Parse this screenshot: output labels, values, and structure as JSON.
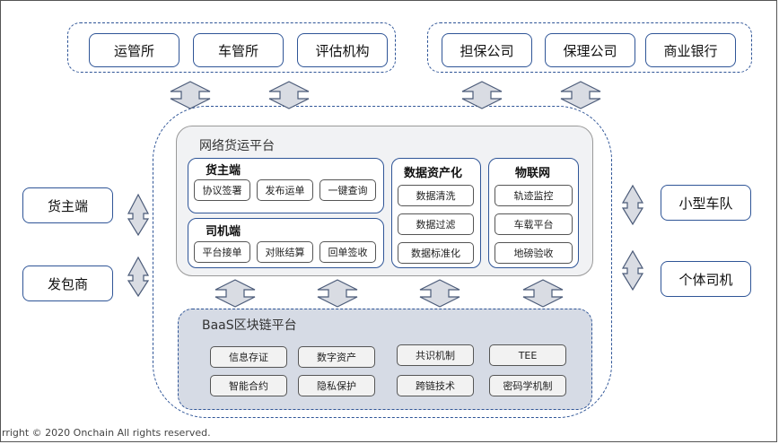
{
  "top_left_group": [
    "运管所",
    "车管所",
    "评估机构"
  ],
  "top_right_group": [
    "担保公司",
    "保理公司",
    "商业银行"
  ],
  "left_side": [
    "货主端",
    "发包商"
  ],
  "right_side": [
    "小型车队",
    "个体司机"
  ],
  "platform": {
    "title": "网络货运平台",
    "shipper": {
      "title": "货主端",
      "items": [
        "协议签署",
        "发布运单",
        "一键查询"
      ]
    },
    "driver": {
      "title": "司机端",
      "items": [
        "平台接单",
        "对账结算",
        "回单签收"
      ]
    },
    "data_assets": {
      "title": "数据资产化",
      "items": [
        "数据清洗",
        "数据过滤",
        "数据标准化"
      ]
    },
    "iot": {
      "title": "物联网",
      "items": [
        "轨迹监控",
        "车载平台",
        "地磅验收"
      ]
    }
  },
  "baas": {
    "title": "BaaS区块链平台",
    "items": [
      "信息存证",
      "数字资产",
      "共识机制",
      "TEE",
      "智能合约",
      "隐私保护",
      "跨链技术",
      "密码学机制"
    ]
  },
  "copyright": "rright © 2020  Onchain   All rights  reserved.",
  "colors": {
    "border": "#2f5597",
    "arrow_fill": "#d9dce3",
    "arrow_stroke": "#4a5a78",
    "baas_bg": "#d6dbe5"
  }
}
